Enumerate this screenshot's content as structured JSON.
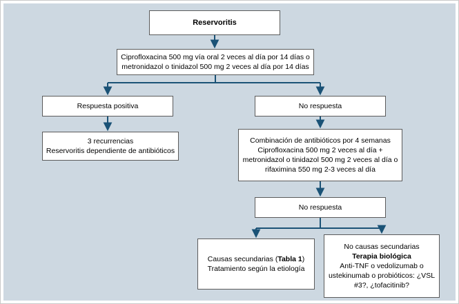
{
  "diagram": {
    "colors": {
      "accent": "#1a5276",
      "panel_bg": "#cdd8e1",
      "box_border": "#5a5a5a",
      "box_bg": "#ffffff"
    },
    "nodes": {
      "root": {
        "label": "Reservoritis"
      },
      "initial_treatment": {
        "line1": "Ciprofloxacina 500 mg vía oral 2 veces al día por 14 días o",
        "line2": "metronidazol o tinidazol 500 mg 2 veces al día por 14 días"
      },
      "positive_response": {
        "label": "Respuesta positiva"
      },
      "no_response_1": {
        "label": "No respuesta"
      },
      "recurrences": {
        "line1": "3 recurrencias",
        "line2": "Reservoritis dependiente de antibióticos"
      },
      "combination": {
        "line1": "Combinación de antibióticos por 4 semanas",
        "line2": "Ciprofloxacina 500 mg 2 veces al día +",
        "line3": "metronidazol o tinidazol 500 mg 2 veces al día o",
        "line4": "rifaximina 550 mg 2-3 veces al día"
      },
      "no_response_2": {
        "label": "No respuesta"
      },
      "secondary_causes": {
        "line1_prefix": "Causas secundarias (",
        "line1_bold": "Tabla 1",
        "line1_suffix": ")",
        "line2": "Tratamiento según la etiología"
      },
      "no_secondary_causes": {
        "line1": "No causas secundarias",
        "line2_bold": "Terapia biológica",
        "line3": "Anti-TNF o vedolizumab o",
        "line4": "ustekinumab o probióticos: ¿VSL",
        "line5": "#3?, ¿tofacitinib?"
      }
    }
  }
}
